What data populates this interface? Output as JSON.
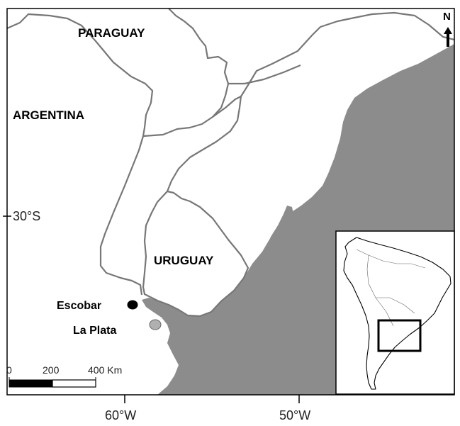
{
  "countries": {
    "paraguay": "PARAGUAY",
    "argentina": "ARGENTINA",
    "uruguay": "URUGUAY"
  },
  "sites": [
    {
      "name": "Escobar",
      "color": "#000000"
    },
    {
      "name": "La Plata",
      "color": "#b0b0b0"
    }
  ],
  "north_label": "N",
  "latitude_label": "30°S",
  "longitude_labels": [
    "60°W",
    "50°W"
  ],
  "scale_bar": {
    "ticks": [
      "0",
      "200",
      "400 Km"
    ]
  },
  "colors": {
    "ocean": "#8c8c8c",
    "land": "#ffffff",
    "border": "#777777",
    "frame": "#000000"
  }
}
